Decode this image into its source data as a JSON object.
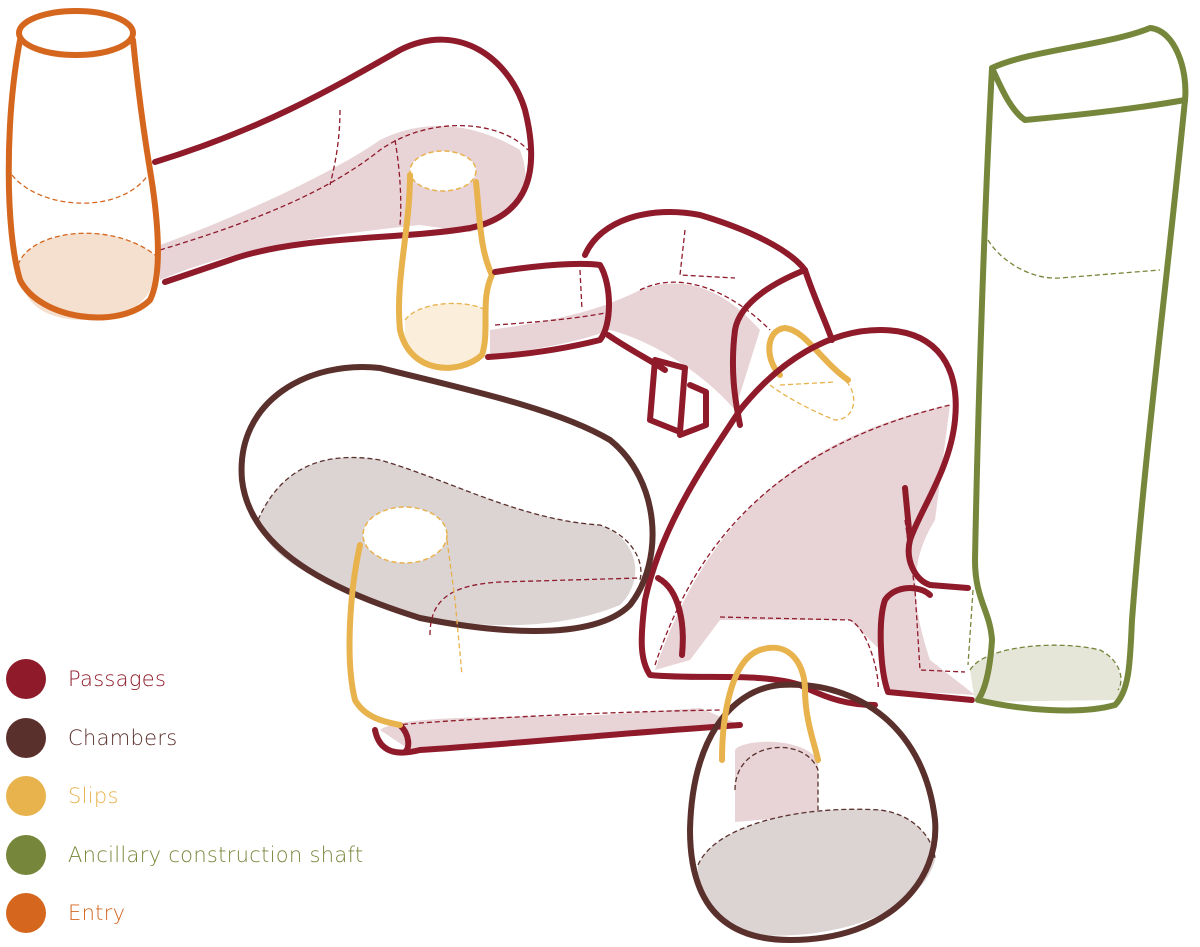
{
  "colors": {
    "passages": "#8e1a2a",
    "chambers": "#5a302c",
    "slips": "#e8b24c",
    "shaft": "#76863a",
    "entry": "#d4661e"
  },
  "legend": [
    {
      "label": "Passages",
      "color": "#8e1a2a"
    },
    {
      "label": "Chambers",
      "color": "#5a302c"
    },
    {
      "label": "Slips",
      "color": "#e8b24c"
    },
    {
      "label": "Ancillary construction shaft",
      "color": "#76863a"
    },
    {
      "label": "Entry",
      "color": "#d4661e"
    }
  ]
}
